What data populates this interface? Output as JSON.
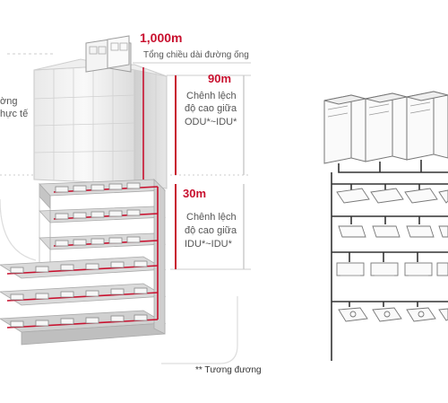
{
  "left_diagram": {
    "total_pipe_value": "1,000m",
    "total_pipe_label": "Tổng chiều dài đường ống",
    "cut_text_line1": "ờng",
    "cut_text_line2": "hực tế",
    "odu_idu_value": "90m",
    "odu_idu_line1": "Chênh lệch",
    "odu_idu_line2": "độ cao giữa",
    "odu_idu_line3": "ODU*~IDU*",
    "idu_idu_value": "30m",
    "idu_idu_line1": "Chênh lệch",
    "idu_idu_line2": "độ cao giữa",
    "idu_idu_line3": "IDU*~IDU*"
  },
  "footnote": "** Tương đương",
  "right_diagram": {
    "idu_row_types": [
      "ceiling-cassette",
      "wall-mounted",
      "ducted",
      "round-cassette"
    ]
  },
  "colors": {
    "accent": "#c8102e",
    "pipe": "#333333",
    "guide": "#b7b7b7"
  }
}
